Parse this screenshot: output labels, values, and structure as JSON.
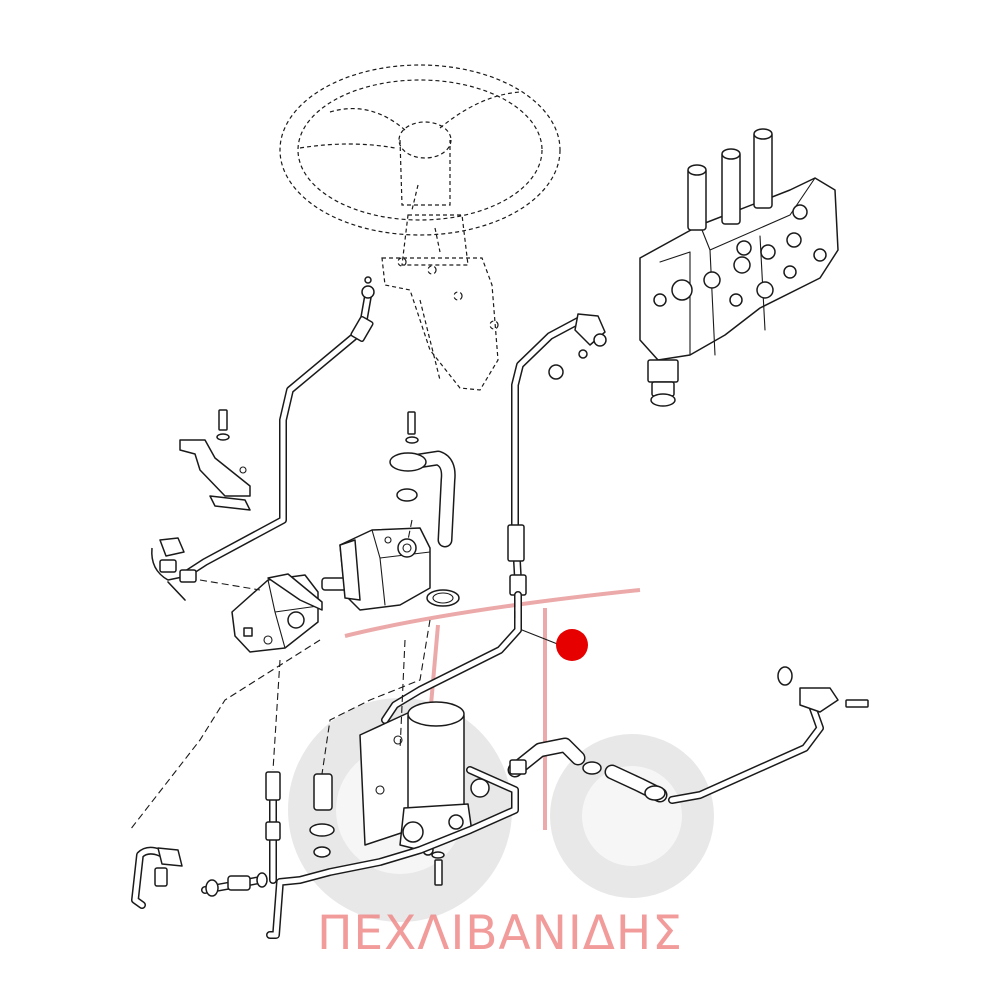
{
  "watermark": {
    "text": "ΠΕΧΛΙΒΑΝΙΔΗΣ",
    "text_color": "#f08a8a",
    "gear_color": "#bdbdbd"
  },
  "callout": {
    "marker_color": "#e60000",
    "marker_shape": "filled-circle"
  },
  "parts": [
    "steering-wheel",
    "steering-column",
    "control-valve-block",
    "hydraulic-pump-rear",
    "hydraulic-pump-front",
    "oil-filter",
    "pressure-pipe",
    "steering-pipe",
    "suction-pipe",
    "suction-hose",
    "return-pipe"
  ]
}
